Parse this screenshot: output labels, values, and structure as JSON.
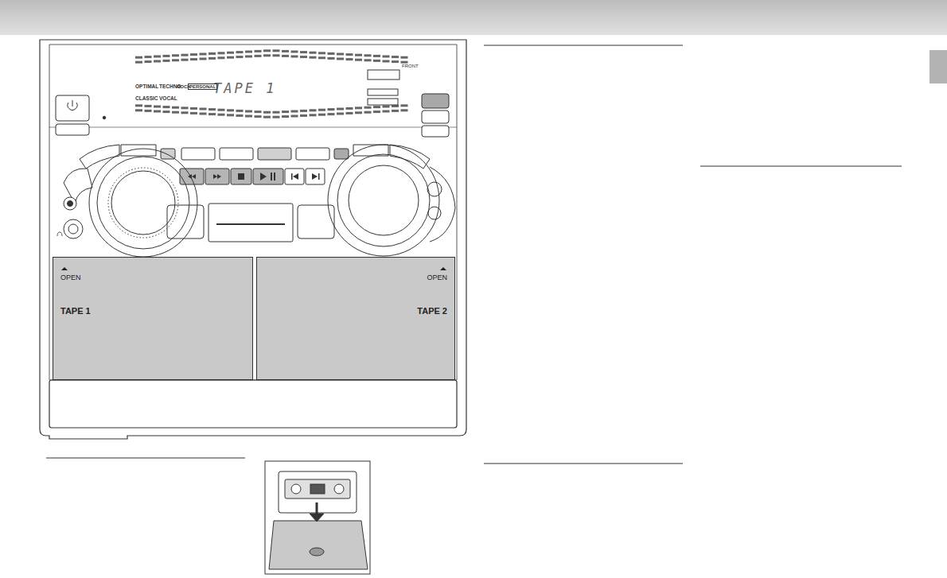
{
  "diagram": {
    "nodes": [
      {
        "text": [
          "OPEN",
          "TAPE 1"
        ]
      },
      {
        "text": [
          "OPEN",
          "TAPE 2"
        ]
      }
    ],
    "labels": [
      "TAPE 1",
      "OPTIMAL",
      "TECHNO",
      "ROCK",
      "PERSONAL",
      "CLASSIC",
      "VOCAL",
      "FRONT"
    ]
  }
}
